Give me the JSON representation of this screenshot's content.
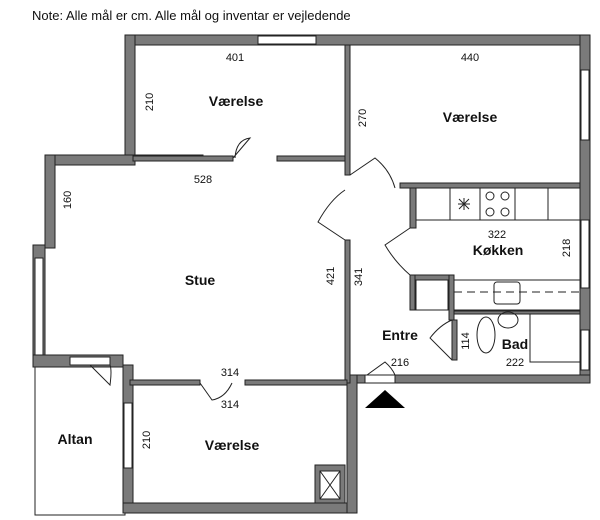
{
  "note": "Note: Alle mål er cm. Alle mål og inventar er vejledende",
  "rooms": {
    "bedroom_top_left": {
      "label": "Værelse",
      "width": "401",
      "depth": "210"
    },
    "bedroom_top_right": {
      "label": "Værelse",
      "width": "440",
      "depth": "270"
    },
    "living": {
      "label": "Stue",
      "width": "528",
      "depth": "160",
      "side": "421",
      "bottom": "314"
    },
    "kitchen": {
      "label": "Køkken",
      "width": "322",
      "depth": "218"
    },
    "entry": {
      "label": "Entre",
      "depth": "341",
      "width": "216"
    },
    "bath": {
      "label": "Bad",
      "depth": "114",
      "width": "222"
    },
    "bedroom_bottom": {
      "label": "Værelse",
      "width": "314",
      "depth": "210"
    },
    "balcony": {
      "label": "Altan"
    }
  }
}
